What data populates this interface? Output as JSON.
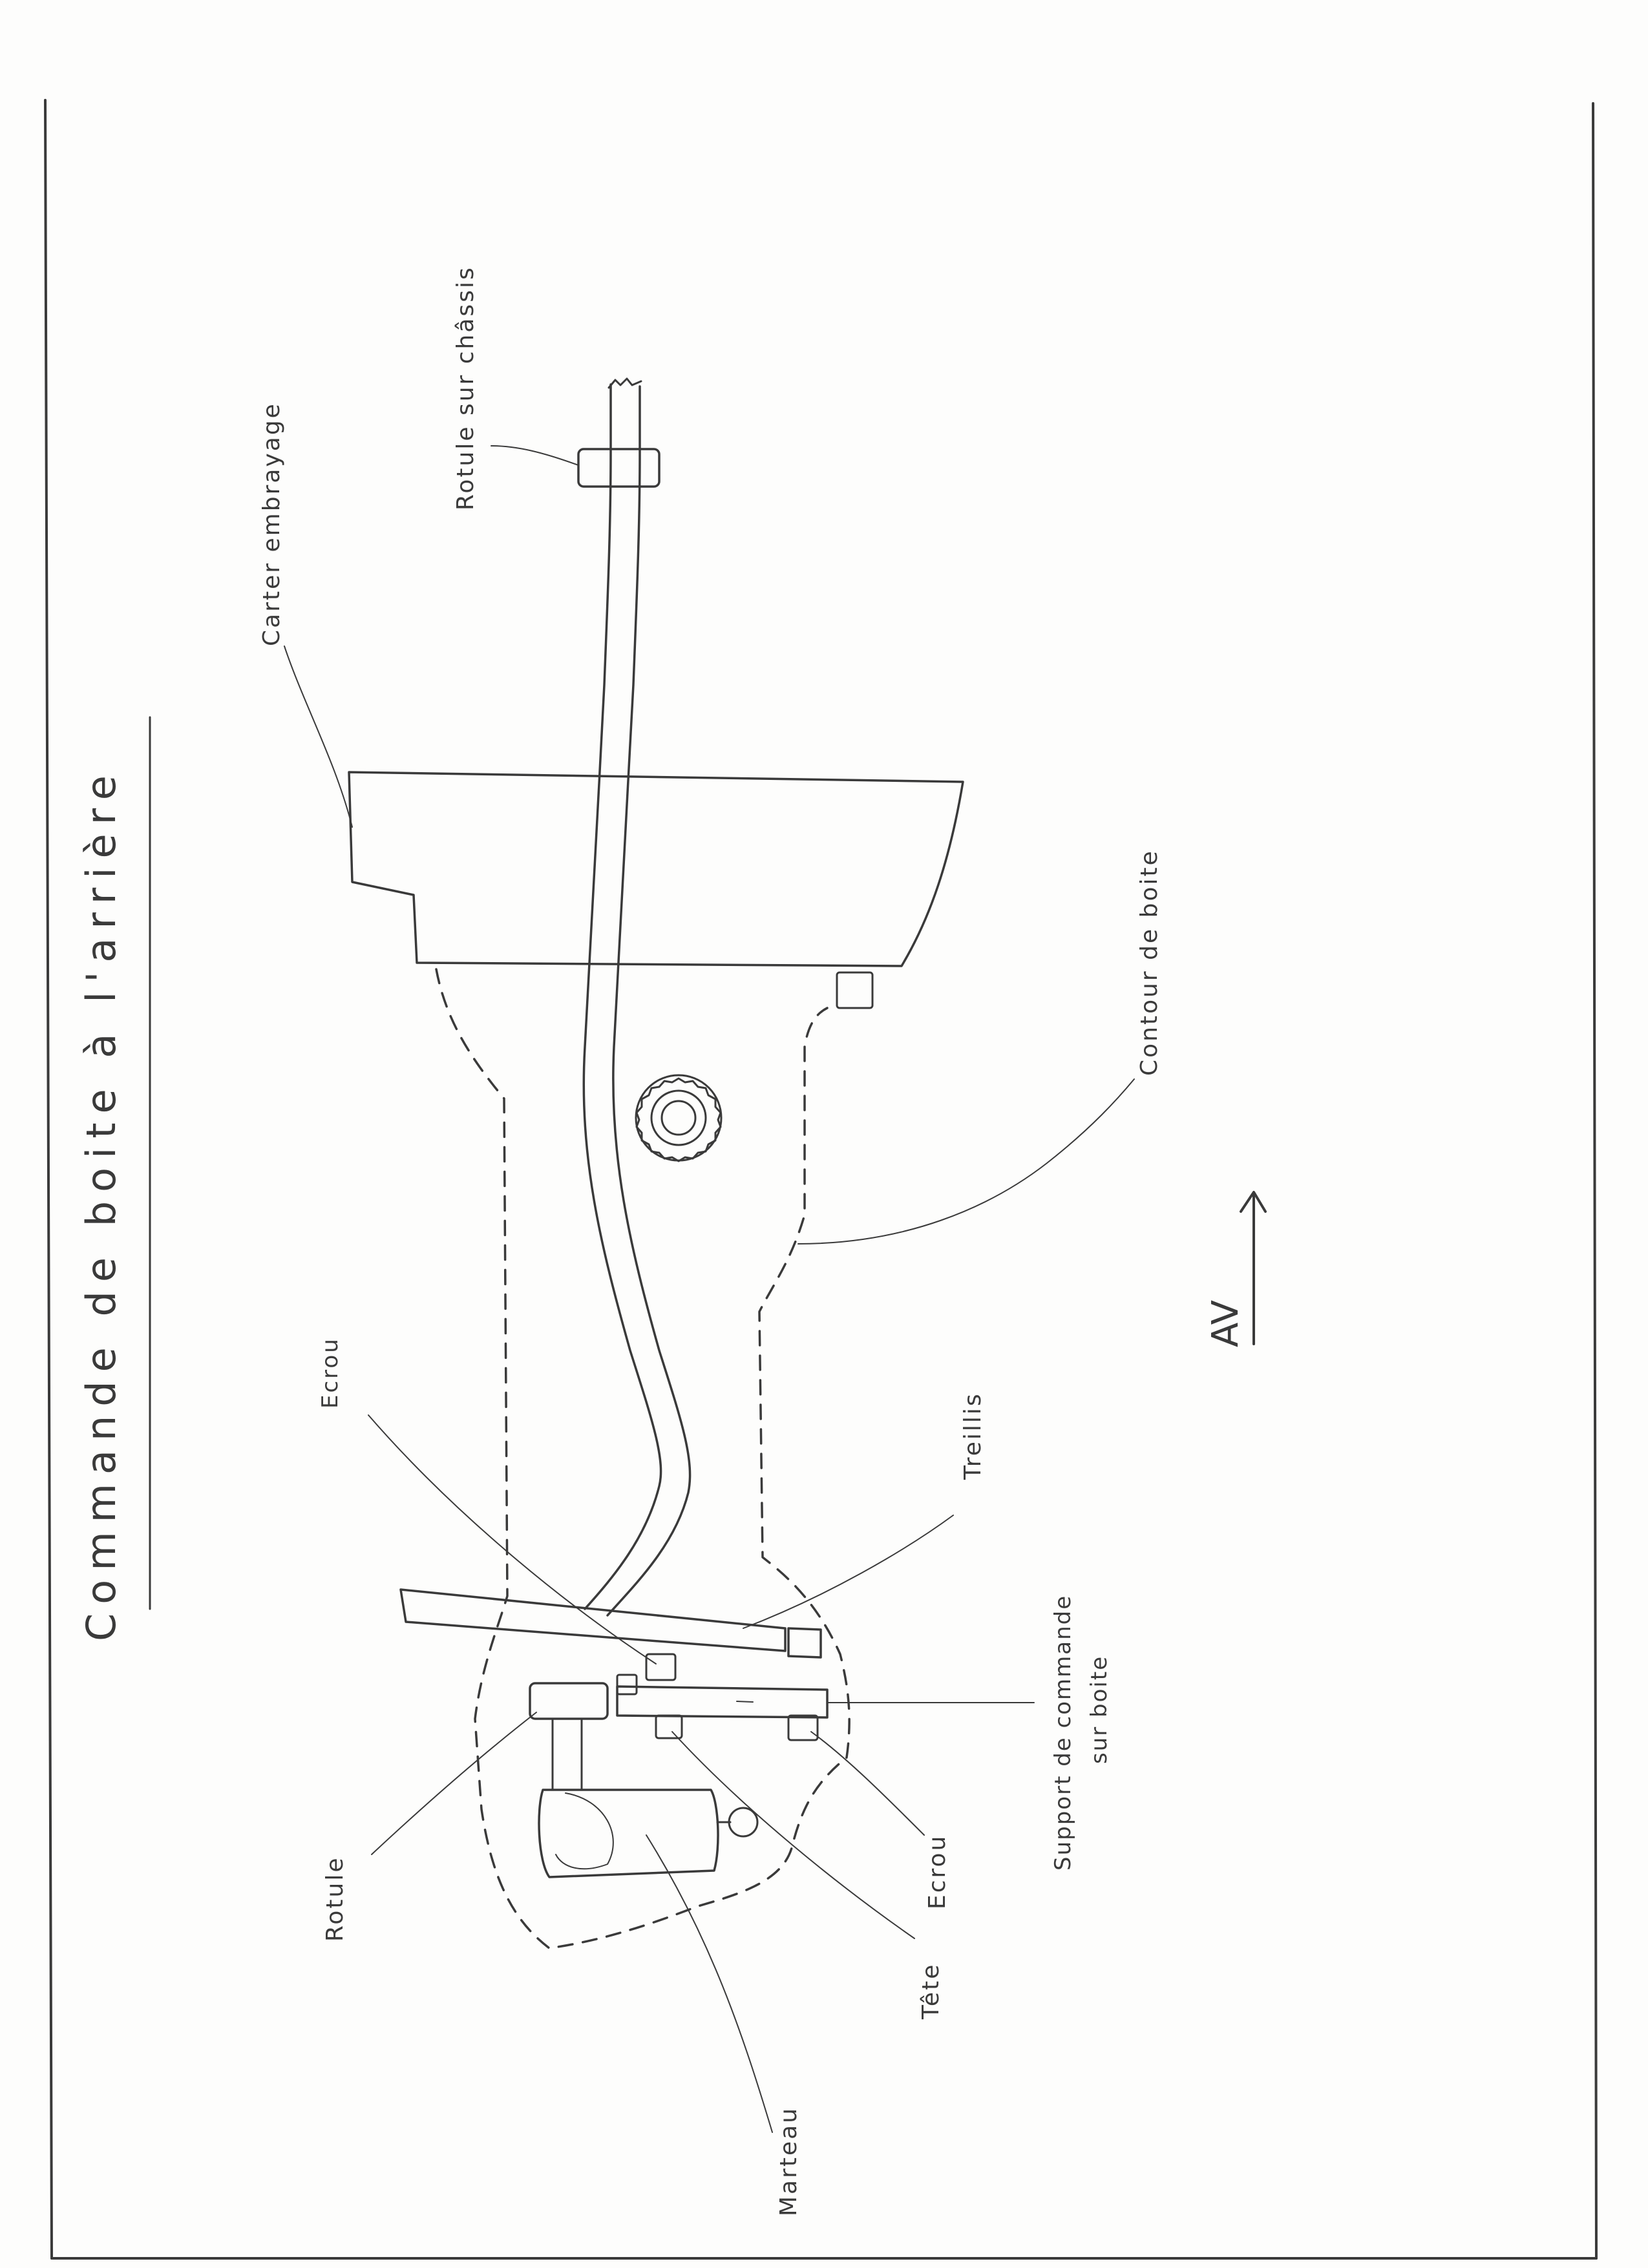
{
  "title": "Commande de boite à l'arrière",
  "labels": {
    "carter": "Carter embrayage",
    "rotule_chassis": "Rotule sur châssis",
    "contour": "Contour de boite",
    "av": "AV",
    "ecrou_top": "Ecrou",
    "treillis": "Treillis",
    "support_line1": "Support de commande",
    "support_line2": "sur boite",
    "ecrou_bottom": "Ecrou",
    "tete": "Tête",
    "rotule": "Rotule",
    "marteau": "Marteau"
  },
  "colors": {
    "ink": "#3a3a3a",
    "paper": "#fdfdfc"
  },
  "orientation": "rotated-90-ccw"
}
